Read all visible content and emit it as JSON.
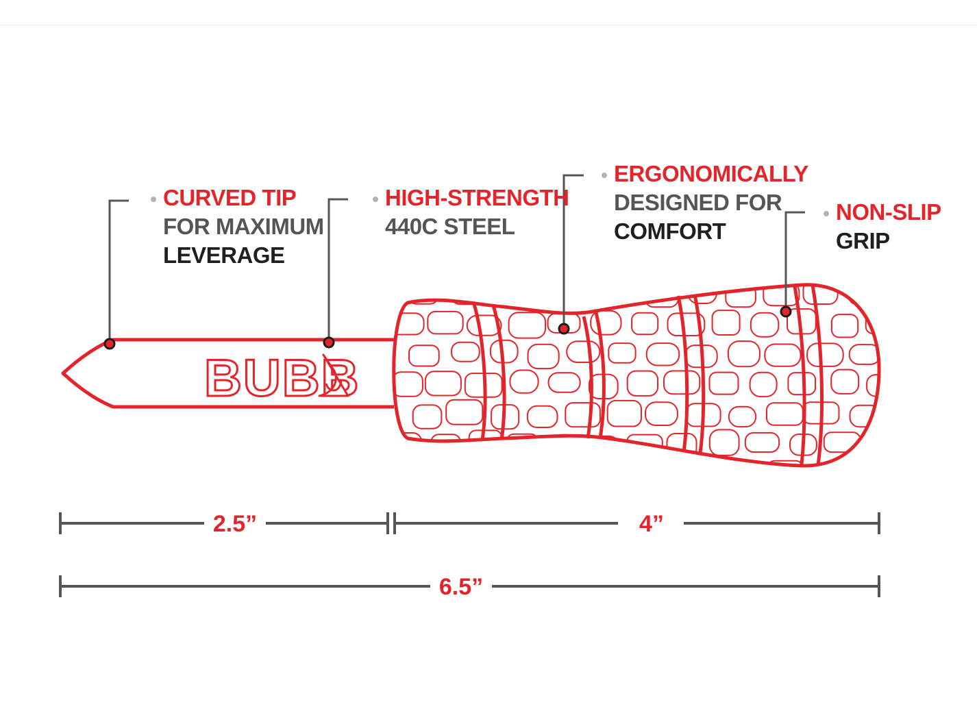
{
  "colors": {
    "accent_red": "#e3242b",
    "text_gray": "#555555",
    "text_dark": "#1f1f1f",
    "dimension_line": "#555555",
    "bullet_gray": "#b3b3b3"
  },
  "blade": {
    "logo_text": "BUBB",
    "logo_icon": "fish-hook-icon"
  },
  "callouts": {
    "curved_tip": {
      "line1": "CURVED TIP",
      "line2": "FOR MAXIMUM",
      "line3": "LEVERAGE"
    },
    "steel": {
      "line1": "HIGH-STRENGTH",
      "line2": "440C STEEL"
    },
    "ergonomic": {
      "line1": "ERGONOMICALLY",
      "line2": "DESIGNED FOR",
      "line3": "COMFORT"
    },
    "grip": {
      "line1": "NON-SLIP",
      "line2": "GRIP"
    }
  },
  "dimensions": {
    "blade_length": "2.5”",
    "handle_length": "4”",
    "total_length": "6.5”"
  }
}
